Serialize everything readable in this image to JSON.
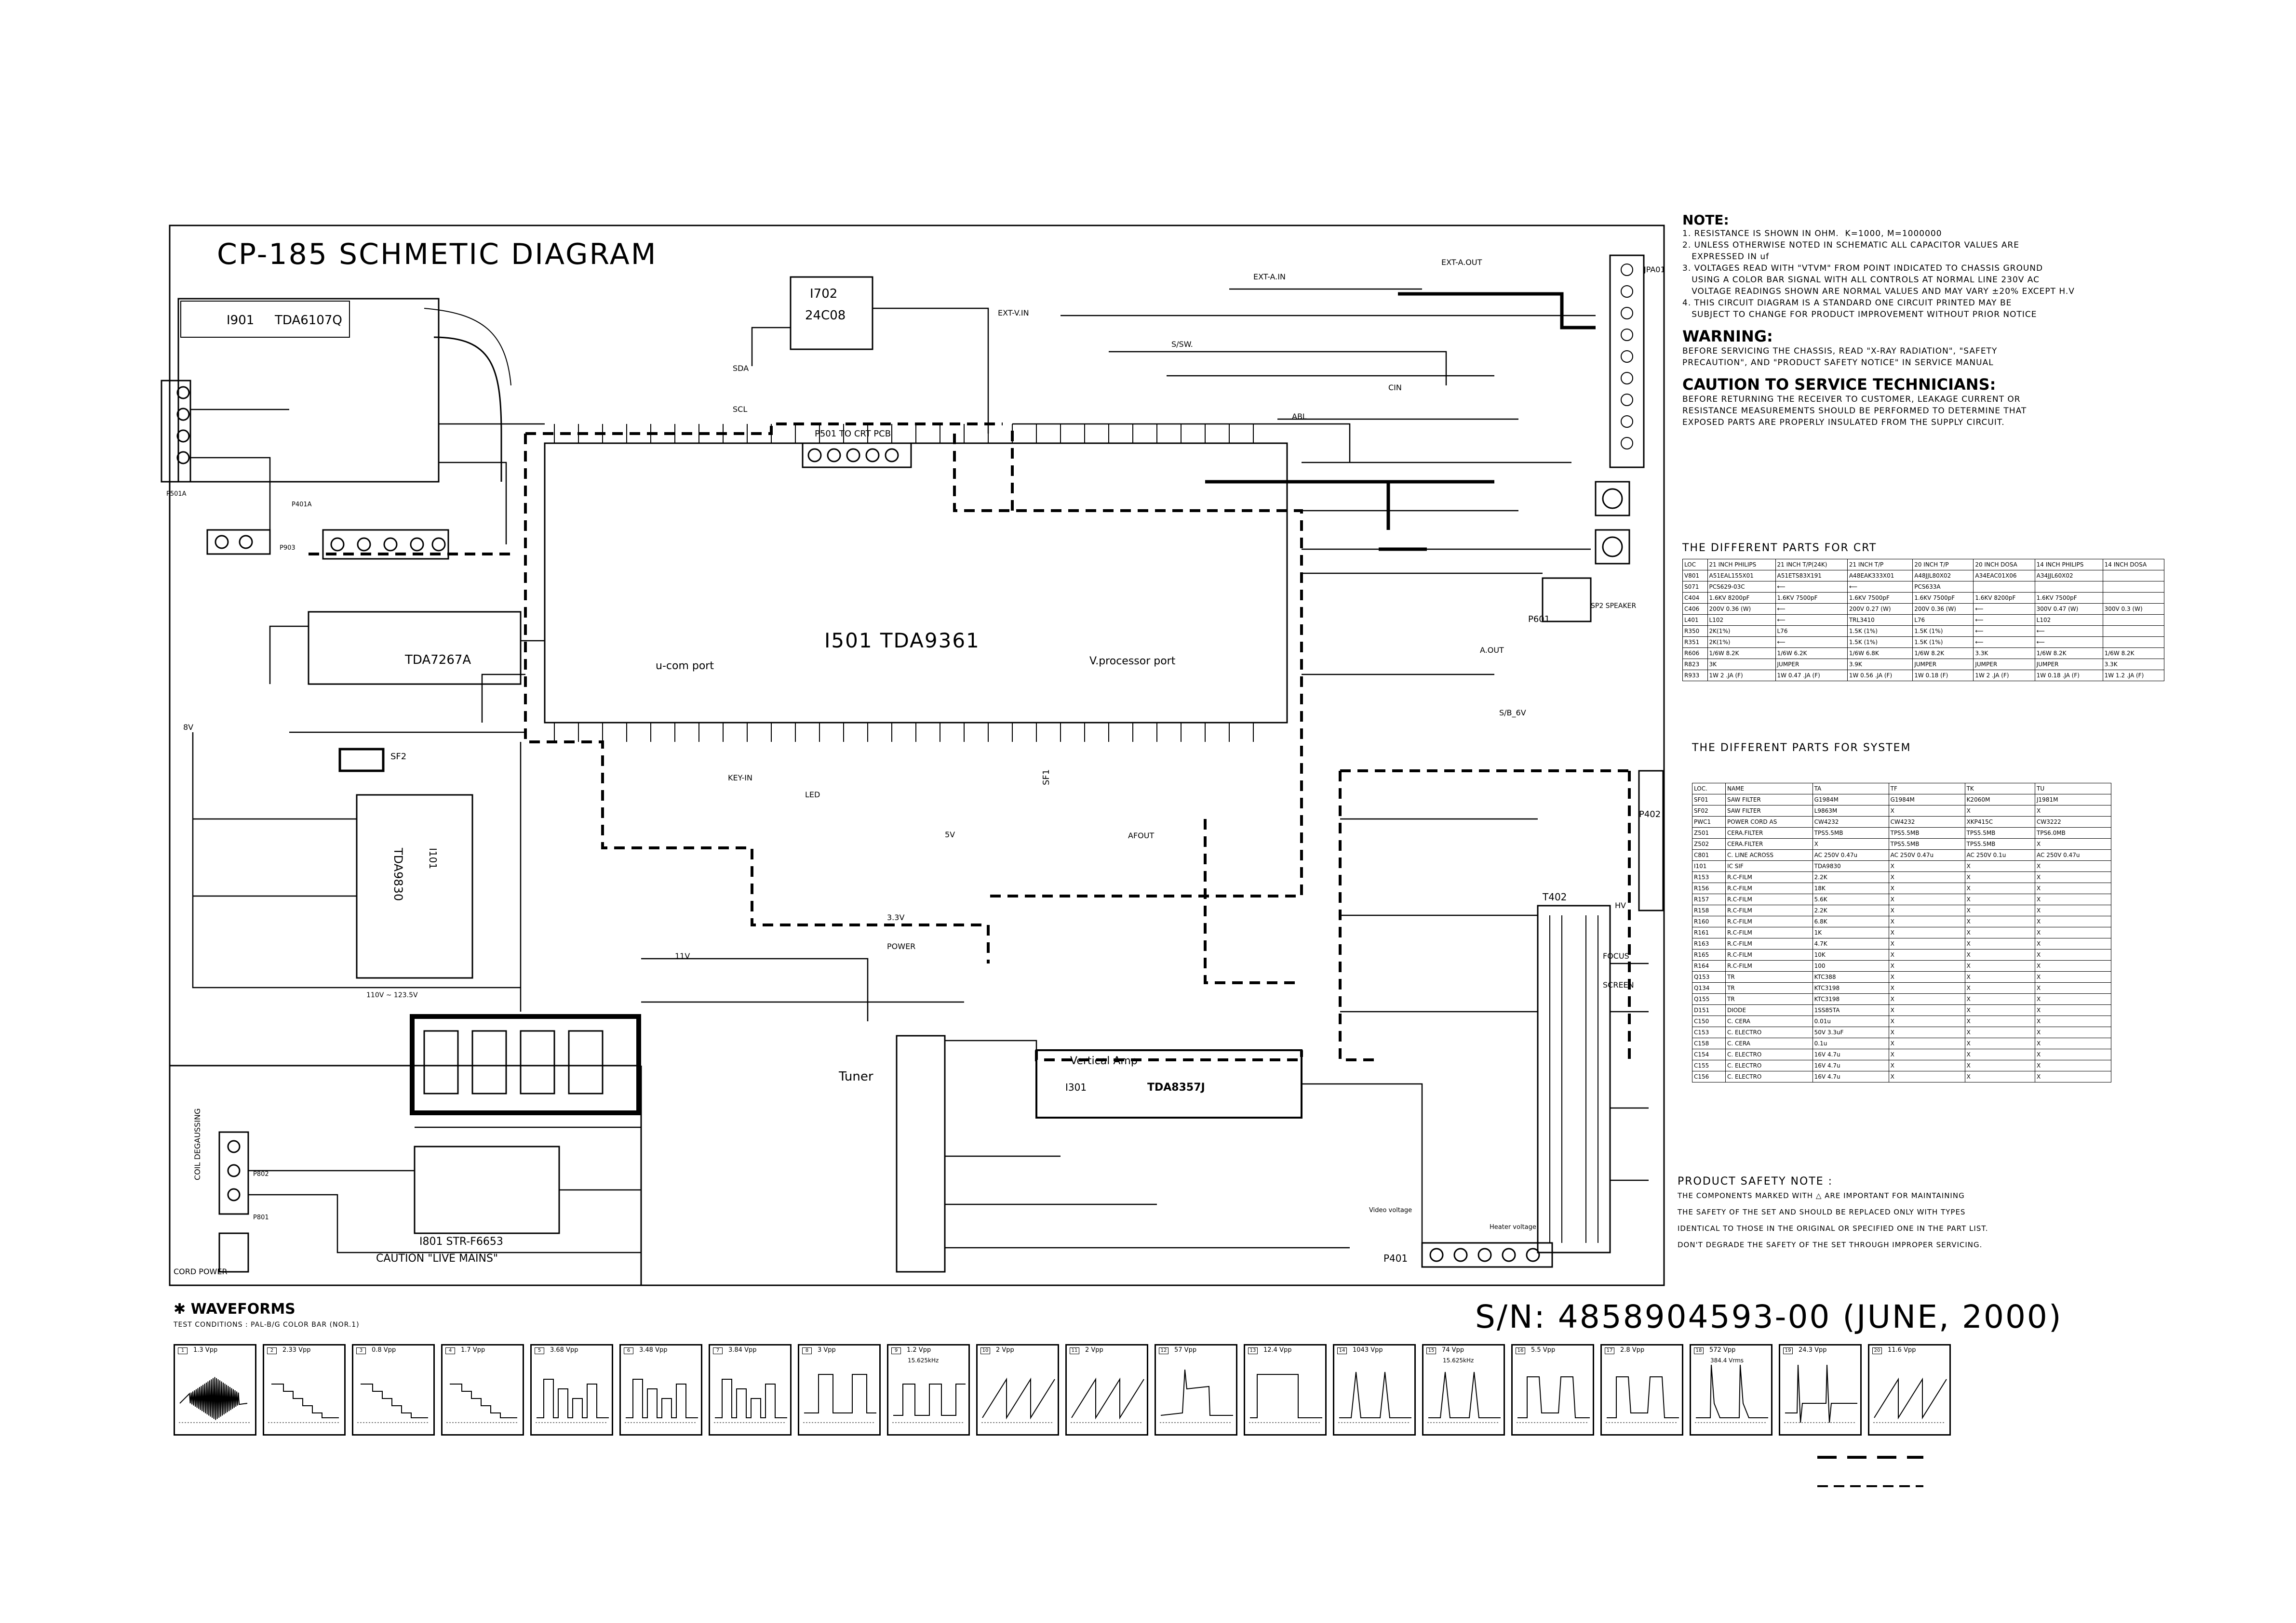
{
  "title": "CP-185 SCHMETIC DIAGRAM",
  "serial": "S/N: 4858904593-00 (JUNE, 2000)",
  "chips": {
    "i501": "I501  TDA9361",
    "i501_left": "u-com port",
    "i501_right": "V.processor port",
    "i901": "I901",
    "i901_part": "TDA6107Q",
    "i702": "I702",
    "i702_part": "24C08",
    "tda7267": "TDA7267A",
    "tda9830": "TDA9830",
    "i101": "I101",
    "i301": "I301",
    "i301_part": "TDA8357J",
    "vertical_amp": "Vertical Amp",
    "i801": "I801   STR-F6653",
    "caution_mains": "CAUTION \"LIVE MAINS\"",
    "tuner": "Tuner",
    "t402": "T402",
    "p501": "P501   TO CRT PCB",
    "sf2": "SF2",
    "sf1": "SF1",
    "focus": "FOCUS",
    "screen": "SCREEN"
  },
  "connectors": [
    "P501A",
    "P401A",
    "P903",
    "P802",
    "P801",
    "P401",
    "P601",
    "P402",
    "JPA01"
  ],
  "signal_labels": [
    "EXT-A.IN",
    "EXT-A.OUT",
    "EXT-V.IN",
    "S/SW.",
    "CIN",
    "ABL",
    "SDA",
    "SCL",
    "KEY-IN",
    "LED",
    "POWER",
    "AFOUT",
    "11V",
    "5V",
    "8V",
    "3.3V",
    "110V ~ 123.5V",
    "HV",
    "CORD POWER",
    "COIL DEGAUSSING",
    "Video voltage",
    "Heater voltage",
    "A.OUT",
    "S/B_6V",
    "SP2 SPEAKER"
  ],
  "notes": {
    "note_title": "NOTE:",
    "note_lines": [
      "1. RESISTANCE IS SHOWN IN OHM.  K=1000, M=1000000",
      "2. UNLESS OTHERWISE NOTED IN SCHEMATIC ALL CAPACITOR VALUES ARE",
      "   EXPRESSED IN uf",
      "3. VOLTAGES READ WITH \"VTVM\" FROM POINT INDICATED TO CHASSIS GROUND",
      "   USING A COLOR BAR SIGNAL WITH ALL CONTROLS AT NORMAL LINE 230V AC",
      "   VOLTAGE READINGS SHOWN ARE NORMAL VALUES AND MAY VARY ±20% EXCEPT H.V",
      "4. THIS CIRCUIT DIAGRAM IS A STANDARD ONE CIRCUIT PRINTED MAY BE",
      "   SUBJECT TO CHANGE FOR PRODUCT IMPROVEMENT WITHOUT PRIOR NOTICE"
    ],
    "warning_title": "WARNING:",
    "warning_lines": [
      "BEFORE SERVICING THE CHASSIS, READ \"X-RAY RADIATION\", \"SAFETY",
      "PRECAUTION\", AND \"PRODUCT SAFETY NOTICE\" IN SERVICE MANUAL"
    ],
    "caution_title": "CAUTION TO SERVICE TECHNICIANS:",
    "caution_lines": [
      "BEFORE RETURNING THE RECEIVER TO CUSTOMER, LEAKAGE CURRENT OR",
      "RESISTANCE MEASUREMENTS SHOULD BE PERFORMED TO DETERMINE THAT",
      "EXPOSED PARTS ARE PROPERLY INSULATED FROM THE SUPPLY CIRCUIT."
    ]
  },
  "crt_table": {
    "title": "THE DIFFERENT PARTS FOR CRT",
    "header": [
      "LOC",
      "21 INCH PHILIPS",
      "21 INCH T/P(24K)",
      "21 INCH T/P",
      "20 INCH T/P",
      "20 INCH DOSA",
      "14 INCH PHILIPS",
      "14 INCH DOSA"
    ],
    "rows": [
      [
        "V801",
        "A51EAL155X01",
        "A51ETS83X191",
        "A48EAK333X01",
        "A48JJL80X02",
        "A34EAC01X06",
        "A34JJL60X02",
        ""
      ],
      [
        "S071",
        "PCS629-03C",
        "⟵",
        "⟵",
        "PCS633A",
        "",
        "",
        ""
      ],
      [
        "C404",
        "1.6KV 8200pF",
        "1.6KV 7500pF",
        "1.6KV 7500pF",
        "1.6KV 7500pF",
        "1.6KV 8200pF",
        "1.6KV 7500pF",
        ""
      ],
      [
        "C406",
        "200V 0.36 (W)",
        "⟵",
        "200V 0.27 (W)",
        "200V 0.36 (W)",
        "⟵",
        "300V 0.47 (W)",
        "300V 0.3 (W)"
      ],
      [
        "L401",
        "L102",
        "⟵",
        "TRL3410",
        "L76",
        "⟵",
        "L102",
        ""
      ],
      [
        "R350",
        "2K(1%)",
        "L76",
        "1.5K (1%)",
        "1.5K (1%)",
        "⟵",
        "⟵",
        ""
      ],
      [
        "R351",
        "2K(1%)",
        "⟵",
        "1.5K (1%)",
        "1.5K (1%)",
        "⟵",
        "⟵",
        ""
      ],
      [
        "R606",
        "1/6W 8.2K",
        "1/6W 6.2K",
        "1/6W 6.8K",
        "1/6W 8.2K",
        "3.3K",
        "1/6W 8.2K",
        "1/6W 8.2K"
      ],
      [
        "R823",
        "3K",
        "JUMPER",
        "3.9K",
        "JUMPER",
        "JUMPER",
        "JUMPER",
        "3.3K"
      ],
      [
        "R933",
        "1W 2 .JA (F)",
        "1W 0.47 .JA (F)",
        "1W 0.56 .JA (F)",
        "1W 0.18 (F)",
        "1W 2 .JA (F)",
        "1W 0.18 .JA (F)",
        "1W 1.2 .JA (F)"
      ]
    ]
  },
  "sys_table": {
    "title": "THE DIFFERENT PARTS FOR SYSTEM",
    "header": [
      "LOC.",
      "NAME",
      "TA",
      "TF",
      "TK",
      "TU"
    ],
    "rows": [
      [
        "SF01",
        "SAW FILTER",
        "G1984M",
        "G1984M",
        "K2060M",
        "J1981M"
      ],
      [
        "SF02",
        "SAW FILTER",
        "L9863M",
        "X",
        "X",
        "X"
      ],
      [
        "PWC1",
        "POWER CORD AS",
        "CW4232",
        "CW4232",
        "XKP415C",
        "CW3222"
      ],
      [
        "Z501",
        "CERA.FILTER",
        "TPS5.5MB",
        "TPS5.5MB",
        "TPS5.5MB",
        "TPS6.0MB"
      ],
      [
        "Z502",
        "CERA.FILTER",
        "X",
        "TPS5.5MB",
        "TPS5.5MB",
        "X"
      ],
      [
        "C801",
        "C. LINE ACROSS",
        "AC 250V 0.47u",
        "AC 250V 0.47u",
        "AC 250V 0.1u",
        "AC 250V 0.47u"
      ],
      [
        "I101",
        "IC SIF",
        "TDA9830",
        "X",
        "X",
        "X"
      ],
      [
        "R153",
        "R.C-FILM",
        "2.2K",
        "X",
        "X",
        "X"
      ],
      [
        "R156",
        "R.C-FILM",
        "18K",
        "X",
        "X",
        "X"
      ],
      [
        "R157",
        "R.C-FILM",
        "5.6K",
        "X",
        "X",
        "X"
      ],
      [
        "R158",
        "R.C-FILM",
        "2.2K",
        "X",
        "X",
        "X"
      ],
      [
        "R160",
        "R.C-FILM",
        "6.8K",
        "X",
        "X",
        "X"
      ],
      [
        "R161",
        "R.C-FILM",
        "1K",
        "X",
        "X",
        "X"
      ],
      [
        "R163",
        "R.C-FILM",
        "4.7K",
        "X",
        "X",
        "X"
      ],
      [
        "R165",
        "R.C-FILM",
        "10K",
        "X",
        "X",
        "X"
      ],
      [
        "R164",
        "R.C-FILM",
        "100",
        "X",
        "X",
        "X"
      ],
      [
        "Q153",
        "TR",
        "KTC388",
        "X",
        "X",
        "X"
      ],
      [
        "Q134",
        "TR",
        "KTC3198",
        "X",
        "X",
        "X"
      ],
      [
        "Q155",
        "TR",
        "KTC3198",
        "X",
        "X",
        "X"
      ],
      [
        "D151",
        "DIODE",
        "1SS85TA",
        "X",
        "X",
        "X"
      ],
      [
        "C150",
        "C. CERA",
        "0.01u",
        "X",
        "X",
        "X"
      ],
      [
        "C153",
        "C. ELECTRO",
        "50V 3.3uF",
        "X",
        "X",
        "X"
      ],
      [
        "C158",
        "C. CERA",
        "0.1u",
        "X",
        "X",
        "X"
      ],
      [
        "C154",
        "C. ELECTRO",
        "16V 4.7u",
        "X",
        "X",
        "X"
      ],
      [
        "C155",
        "C. ELECTRO",
        "16V 4.7u",
        "X",
        "X",
        "X"
      ],
      [
        "C156",
        "C. ELECTRO",
        "16V 4.7u",
        "X",
        "X",
        "X"
      ]
    ]
  },
  "safety": {
    "title": "PRODUCT SAFETY NOTE :",
    "lines": [
      "THE COMPONENTS MARKED WITH △ ARE IMPORTANT FOR MAINTAINING",
      "THE SAFETY OF THE SET AND SHOULD BE REPLACED ONLY WITH TYPES",
      "IDENTICAL TO THOSE IN THE ORIGINAL OR SPECIFIED ONE IN THE PART LIST.",
      "DON'T DEGRADE THE SAFETY OF THE SET THROUGH IMPROPER SERVICING."
    ]
  },
  "waveforms": {
    "title": "✱ WAVEFORMS",
    "conditions": "TEST CONDITIONS : PAL-B/G COLOR BAR (NOR.1)",
    "items": [
      {
        "num": "1",
        "vpp": "1.3 Vpp",
        "kind": "burst"
      },
      {
        "num": "2",
        "vpp": "2.33 Vpp",
        "kind": "stairdown"
      },
      {
        "num": "3",
        "vpp": "0.8 Vpp",
        "kind": "stairdown"
      },
      {
        "num": "4",
        "vpp": "1.7 Vpp",
        "kind": "stairdown"
      },
      {
        "num": "5",
        "vpp": "3.68 Vpp",
        "kind": "bars"
      },
      {
        "num": "6",
        "vpp": "3.48 Vpp",
        "kind": "bars"
      },
      {
        "num": "7",
        "vpp": "3.84 Vpp",
        "kind": "bars"
      },
      {
        "num": "8",
        "vpp": "3 Vpp",
        "kind": "pulse"
      },
      {
        "num": "9",
        "vpp": "1.2 Vpp",
        "sub": "15.625kHz",
        "kind": "square"
      },
      {
        "num": "10",
        "vpp": "2 Vpp",
        "kind": "saw"
      },
      {
        "num": "11",
        "vpp": "2 Vpp",
        "kind": "saw"
      },
      {
        "num": "12",
        "vpp": "57 Vpp",
        "kind": "vpulse"
      },
      {
        "num": "13",
        "vpp": "12.4 Vpp",
        "kind": "vpulse2"
      },
      {
        "num": "14",
        "vpp": "1043 Vpp",
        "kind": "flyback"
      },
      {
        "num": "15",
        "vpp": "74 Vpp",
        "sub": "15.625kHz",
        "kind": "flyback"
      },
      {
        "num": "16",
        "vpp": "5.5 Vpp",
        "kind": "hpulse"
      },
      {
        "num": "17",
        "vpp": "2.8 Vpp",
        "kind": "hpulse"
      },
      {
        "num": "18",
        "vpp": "572 Vpp",
        "sub": "384.4 Vrms",
        "kind": "spike"
      },
      {
        "num": "19",
        "vpp": "24.3 Vpp",
        "kind": "spike2"
      },
      {
        "num": "20",
        "vpp": "11.6 Vpp",
        "kind": "saw"
      }
    ]
  }
}
